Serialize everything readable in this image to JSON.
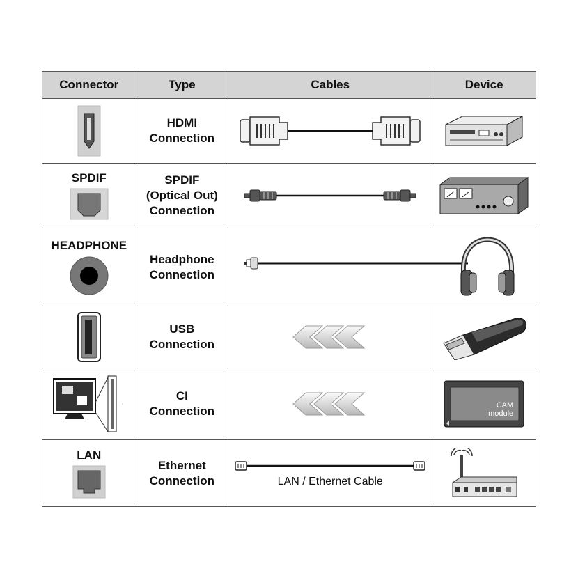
{
  "headers": {
    "connector": "Connector",
    "type": "Type",
    "cables": "Cables",
    "device": "Device"
  },
  "rows": [
    {
      "connector_label": "",
      "type_lines": [
        "HDMI",
        "Connection"
      ],
      "connector_icon": "hdmi-port-icon",
      "cable_icon": "hdmi-cable-icon",
      "device_icon": "dvd-player-icon"
    },
    {
      "connector_label": "SPDIF",
      "type_lines": [
        "SPDIF",
        "(Optical Out)",
        "Connection"
      ],
      "connector_icon": "spdif-port-icon",
      "cable_icon": "optical-cable-icon",
      "device_icon": "audio-amplifier-icon"
    },
    {
      "connector_label": "HEADPHONE",
      "type_lines": [
        "Headphone",
        "Connection"
      ],
      "connector_icon": "headphone-jack-icon",
      "cable_icon": "headphone-cable-icon",
      "device_icon": "headphones-icon"
    },
    {
      "connector_label": "",
      "type_lines": [
        "USB",
        "Connection"
      ],
      "connector_icon": "usb-port-icon",
      "cable_icon": "insert-arrows-icon",
      "device_icon": "usb-stick-icon"
    },
    {
      "connector_label": "",
      "type_lines": [
        "CI",
        "Connection"
      ],
      "connector_icon": "ci-slot-icon",
      "cable_icon": "insert-arrows-icon",
      "device_icon": "cam-module-icon",
      "device_text": [
        "CAM",
        "module"
      ]
    },
    {
      "connector_label": "LAN",
      "type_lines": [
        "Ethernet",
        "Connection"
      ],
      "connector_icon": "lan-port-icon",
      "cable_icon": "ethernet-cable-icon",
      "device_icon": "router-icon",
      "cable_label": "LAN / Ethernet Cable"
    }
  ],
  "colors": {
    "header_bg": "#d4d4d4",
    "border": "#555555",
    "icon_gray": "#8a8a8a"
  }
}
